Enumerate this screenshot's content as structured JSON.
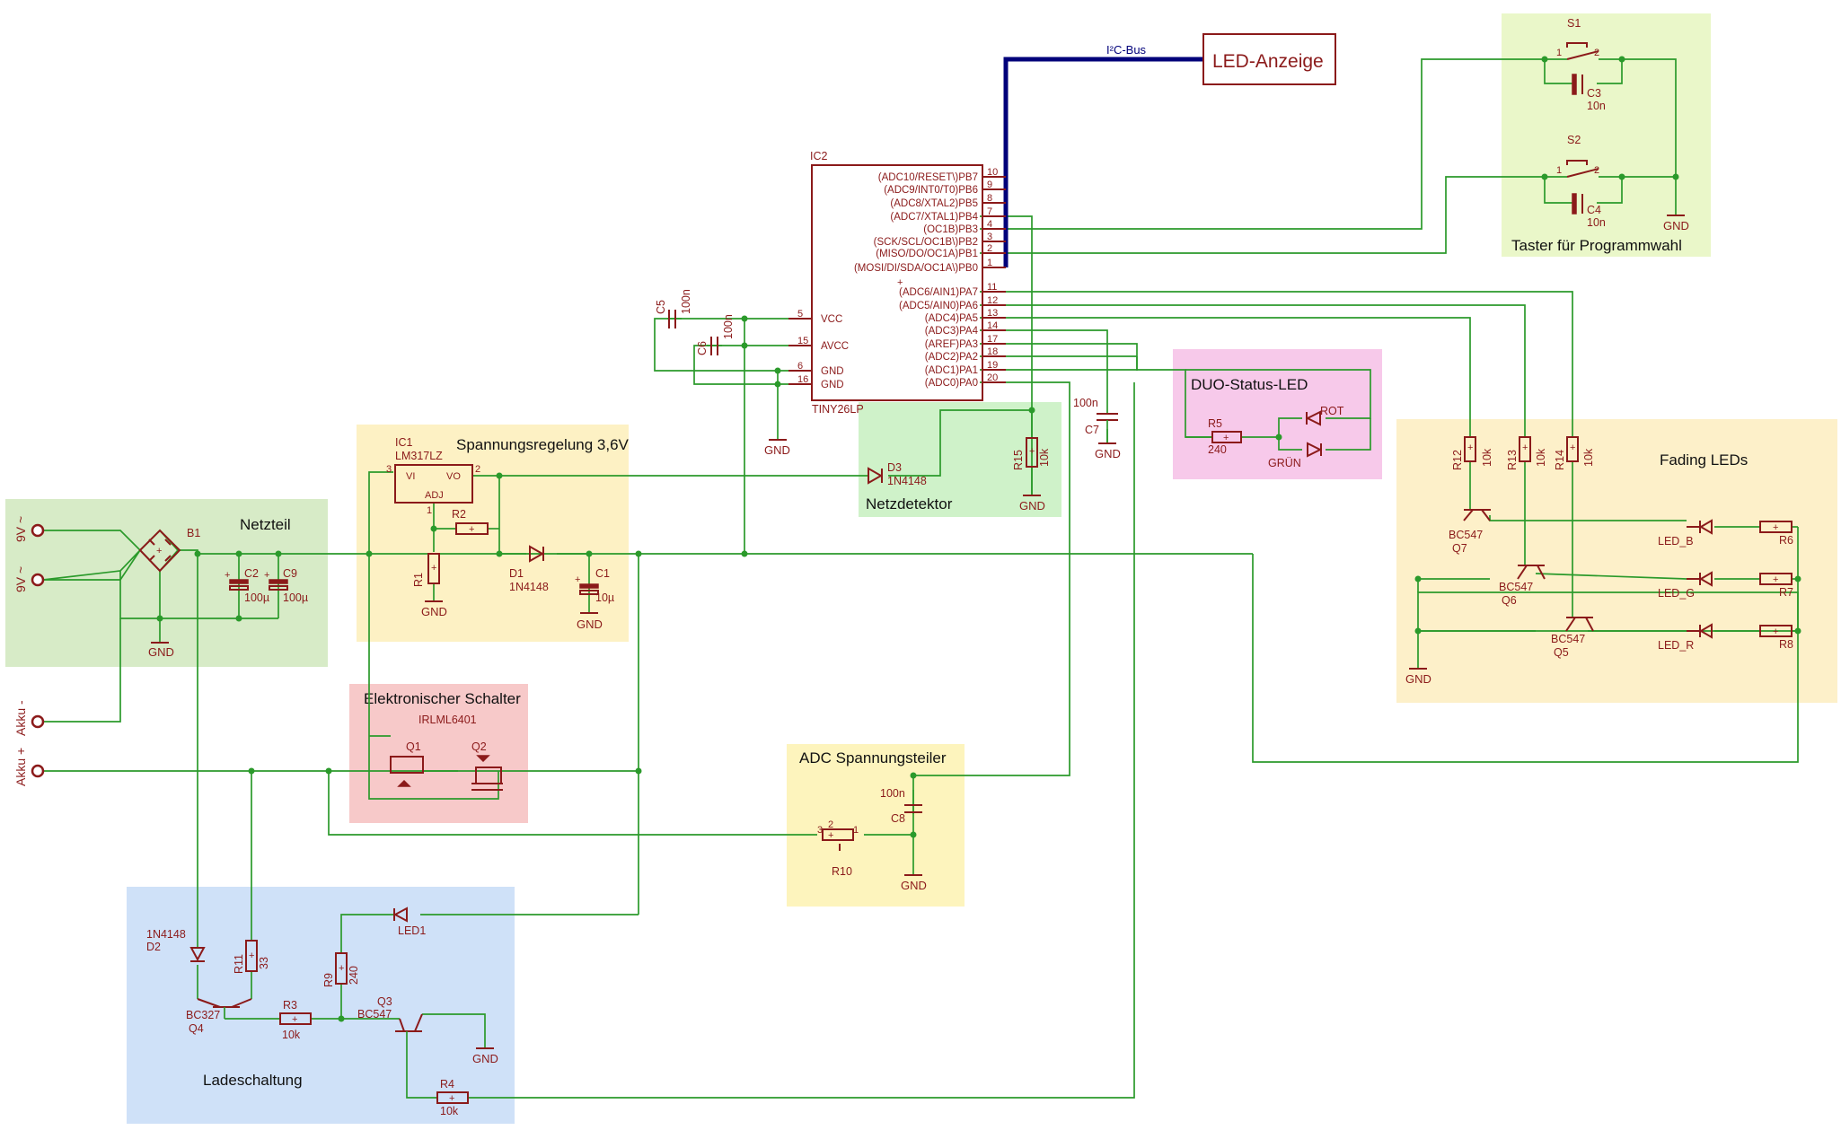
{
  "groups": {
    "netzteil": "Netzteil",
    "spannungsregelung": "Spannungsregelung 3,6V",
    "netzdetektor": "Netzdetektor",
    "schalter": "Elektronischer Schalter",
    "adc": "ADC Spannungsteiler",
    "ladeschaltung": "Ladeschaltung",
    "duo": "DUO-Status-LED",
    "fading": "Fading LEDs",
    "taster": "Taster für Programmwahl"
  },
  "inputs": {
    "ac1": "9V ~",
    "ac2": "9V ~",
    "akku_minus": "Akku -",
    "akku_plus": "Akku +"
  },
  "bus": {
    "label": "I²C-Bus",
    "target": "LED-Anzeige"
  },
  "ic2": {
    "name": "IC2",
    "value": "TINY26LP",
    "pins_right": [
      {
        "num": "10",
        "name": "(ADC10/RESET\\)PB7"
      },
      {
        "num": "9",
        "name": "(ADC9/INT0/T0)PB6"
      },
      {
        "num": "8",
        "name": "(ADC8/XTAL2)PB5"
      },
      {
        "num": "7",
        "name": "(ADC7/XTAL1)PB4"
      },
      {
        "num": "4",
        "name": "(OC1B)PB3"
      },
      {
        "num": "3",
        "name": "(SCK/SCL/OC1B\\)PB2"
      },
      {
        "num": "2",
        "name": "(MISO/DO/OC1A)PB1"
      },
      {
        "num": "1",
        "name": "(MOSI/DI/SDA/OC1A\\)PB0"
      },
      {
        "num": "11",
        "name": "(ADC6/AIN1)PA7"
      },
      {
        "num": "12",
        "name": "(ADC5/AIN0)PA6"
      },
      {
        "num": "13",
        "name": "(ADC4)PA5"
      },
      {
        "num": "14",
        "name": "(ADC3)PA4"
      },
      {
        "num": "17",
        "name": "(AREF)PA3"
      },
      {
        "num": "18",
        "name": "(ADC2)PA2"
      },
      {
        "num": "19",
        "name": "(ADC1)PA1"
      },
      {
        "num": "20",
        "name": "(ADC0)PA0"
      }
    ],
    "pins_left": [
      {
        "num": "5",
        "name": "VCC"
      },
      {
        "num": "15",
        "name": "AVCC"
      },
      {
        "num": "6",
        "name": "GND"
      },
      {
        "num": "16",
        "name": "GND"
      }
    ]
  },
  "ic1": {
    "name": "IC1",
    "value": "LM317LZ",
    "vi": "VI",
    "vo": "VO",
    "adj": "ADJ",
    "p3": "3",
    "p2": "2",
    "p1": "1"
  },
  "gnd": "GND",
  "plus": "+",
  "components": {
    "B1": "B1",
    "C2": "C2",
    "C2v": "100µ",
    "C9": "C9",
    "C9v": "100µ",
    "R1": "R1",
    "R2": "R2",
    "D1": "D1",
    "D1v": "1N4148",
    "C1": "C1",
    "C1v": "10µ",
    "D3": "D3",
    "D3v": "1N4148",
    "R15": "R15",
    "R15v": "10k",
    "C5": "C5",
    "C5v": "100n",
    "C6": "C6",
    "C6v": "100n",
    "C7": "C7",
    "C7v": "100n",
    "R5": "R5",
    "R5v": "240",
    "rot": "ROT",
    "gruen": "GRÜN",
    "R12": "R12",
    "R12v": "10k",
    "R13": "R13",
    "R13v": "10k",
    "R14": "R14",
    "R14v": "10k",
    "Q7": "Q7",
    "Q7v": "BC547",
    "Q6": "Q6",
    "Q6v": "BC547",
    "Q5": "Q5",
    "Q5v": "BC547",
    "LED_B": "LED_B",
    "LED_G": "LED_G",
    "LED_R": "LED_R",
    "R6": "R6",
    "R7": "R7",
    "R8": "R8",
    "S1": "S1",
    "S2": "S2",
    "C3": "C3",
    "C3v": "10n",
    "C4": "C4",
    "C4v": "10n",
    "sw1": "1",
    "sw2": "2",
    "Q1": "Q1",
    "Q2": "Q2",
    "Qv": "IRLML6401",
    "C8": "C8",
    "C8v": "100n",
    "R10": "R10",
    "r10p1": "1",
    "r10p2": "2",
    "r10p3": "3",
    "D2": "D2",
    "D2v": "1N4148",
    "R11": "R11",
    "R11v": "33",
    "Q4": "Q4",
    "Q4v": "BC327",
    "R3": "R3",
    "R3v": "10k",
    "R9": "R9",
    "R9v": "240",
    "LED1": "LED1",
    "Q3": "Q3",
    "Q3v": "BC547",
    "R4": "R4",
    "R4v": "10k"
  }
}
